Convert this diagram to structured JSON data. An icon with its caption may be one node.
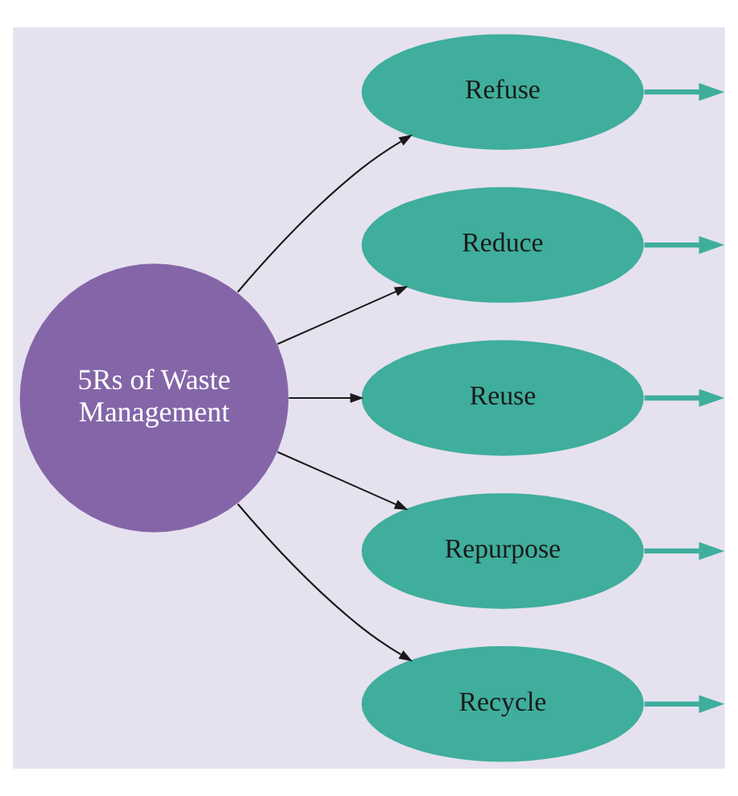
{
  "diagram": {
    "nodes": [
      {
        "text": [
          "5Rs of Waste Management"
        ]
      },
      {
        "text": [
          "Refuse"
        ]
      },
      {
        "text": [
          "Reduce"
        ]
      },
      {
        "text": [
          "Reuse"
        ]
      },
      {
        "text": [
          "Repurpose"
        ]
      },
      {
        "text": [
          "Recycle"
        ]
      }
    ],
    "edges": [
      {
        "from": 0,
        "to": 1,
        "arrow": "to"
      },
      {
        "from": 0,
        "to": 2,
        "arrow": "to"
      },
      {
        "from": 0,
        "to": 3,
        "arrow": "to"
      },
      {
        "from": 0,
        "to": 4,
        "arrow": "to"
      },
      {
        "from": 0,
        "to": 5,
        "arrow": "to"
      },
      {
        "from": 1,
        "to": null,
        "arrow": "to",
        "style": "thick",
        "color": "#3fae9c"
      },
      {
        "from": 2,
        "to": null,
        "arrow": "to",
        "style": "thick",
        "color": "#3fae9c"
      },
      {
        "from": 3,
        "to": null,
        "arrow": "to",
        "style": "thick",
        "color": "#3fae9c"
      },
      {
        "from": 4,
        "to": null,
        "arrow": "to",
        "style": "thick",
        "color": "#3fae9c"
      },
      {
        "from": 5,
        "to": null,
        "arrow": "to",
        "style": "thick",
        "color": "#3fae9c"
      }
    ]
  }
}
